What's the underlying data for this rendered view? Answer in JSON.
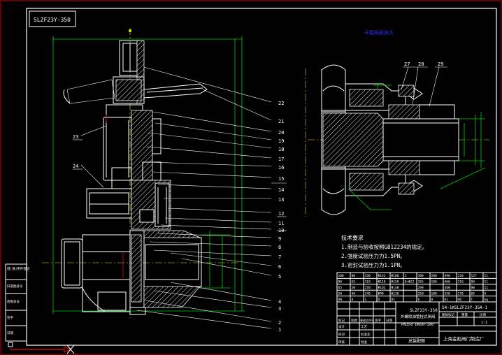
{
  "title_box": "SLZF23Y-350",
  "view_label": "卡箍局部放大",
  "balloons_left": [
    "22",
    "21",
    "20",
    "19",
    "18",
    "17",
    "16",
    "15",
    "14",
    "13",
    "12",
    "11",
    "10",
    "9",
    "8",
    "7",
    "6",
    "5",
    "4",
    "3",
    "2",
    "1"
  ],
  "balloons_side": [
    "23",
    "24"
  ],
  "balloons_detail": [
    "27",
    "28",
    "29"
  ],
  "tech_req": {
    "heading": "技术要求",
    "items": [
      "1.制造与验收按照GB12234的规定。",
      "2.强度试验压力为1.5PN。",
      "3.密封试验压力为1.1PN。"
    ]
  },
  "param_table": {
    "rows": [
      [
        "100",
        "80",
        "330",
        "Φ142",
        "Φ180",
        "2",
        "380",
        "200",
        "490",
        "220",
        "127",
        "11"
      ],
      [
        "80",
        "65",
        "310",
        "Φ118",
        "Φ158",
        "8×Φ22",
        "355",
        "180",
        "460",
        "210",
        "96",
        "11"
      ],
      [
        "65",
        "50",
        "270",
        "Φ102",
        "Φ148",
        "",
        "298",
        "",
        "360",
        "",
        "90",
        "11"
      ],
      [
        "50",
        "40",
        "240",
        "Φ98",
        "Φ130",
        "",
        "258",
        "180",
        "350",
        "170",
        "85",
        "9"
      ],
      [
        "DN",
        "d",
        "L",
        "D",
        "D1",
        "",
        "b",
        "H",
        "H1",
        "D0",
        "C",
        "kg"
      ]
    ]
  },
  "title_block": {
    "part_name": "SLZF23Y-350",
    "description": "外螺纹油管挂式闸阀",
    "pressure": "PN350 DN50~100",
    "drawing_no": "S4-1KSLZF23Y-35A-1",
    "material": "总装配图",
    "company": "上海金彪阀门制造厂",
    "header_cells": [
      "标记",
      "处数",
      "更改文件号",
      "签字",
      "日期"
    ],
    "role_labels": [
      "设计",
      "校对",
      "审核",
      "工艺",
      "标准化",
      "批准"
    ],
    "small_cells": [
      "图样标记",
      "重量",
      "比例"
    ],
    "scale": "1:1"
  },
  "side_strip": [
    "借(通)用件登记",
    "旧底图总号",
    "底图总号",
    "签字",
    "日期"
  ]
}
